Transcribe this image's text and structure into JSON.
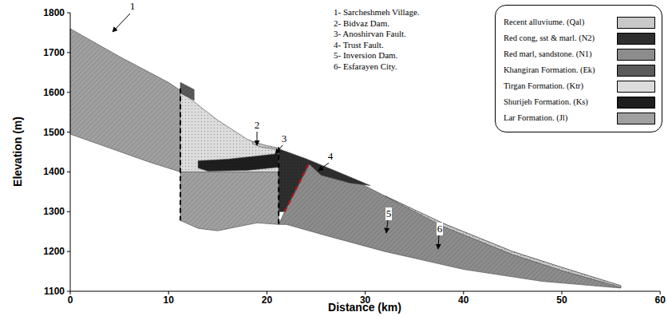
{
  "diagram": {
    "labels": [
      "1800",
      "1700",
      "1600",
      "1500",
      "1400",
      "1300",
      "1200",
      "1100",
      "0",
      "10",
      "20",
      "30",
      "40",
      "50",
      "60",
      "Elevation (m)",
      "Distance (km)",
      "1",
      "2",
      "3",
      "4",
      "5",
      "6",
      "1- Sarcheshmeh Village.",
      "2- Bidvaz Dam.",
      "3- Anoshirvan Fault.",
      "4- Trust Fault.",
      "5- Inversion Dam.",
      "6- Esfarayen City."
    ],
    "legend": [
      {
        "text": "Recent alluviume. (Qal)",
        "color": "#c8c8c8"
      },
      {
        "text": "Red cong, sst & marl. (N2)",
        "color": "#2e2e2e"
      },
      {
        "text": "Red marl, sandstone. (N1)",
        "color": "#8c8c8c"
      },
      {
        "text": "Khangiran Formation. (Ek)",
        "color": "#5a5a5a"
      },
      {
        "text": "Tirgan Formation. (Ktr)",
        "color": "#dcdcdc"
      },
      {
        "text": "Shurijeh Formation. (Ks)",
        "color": "#1e1e1e"
      },
      {
        "text": "Lar Formation. (Jl)",
        "color": "#a0a0a0"
      }
    ]
  }
}
